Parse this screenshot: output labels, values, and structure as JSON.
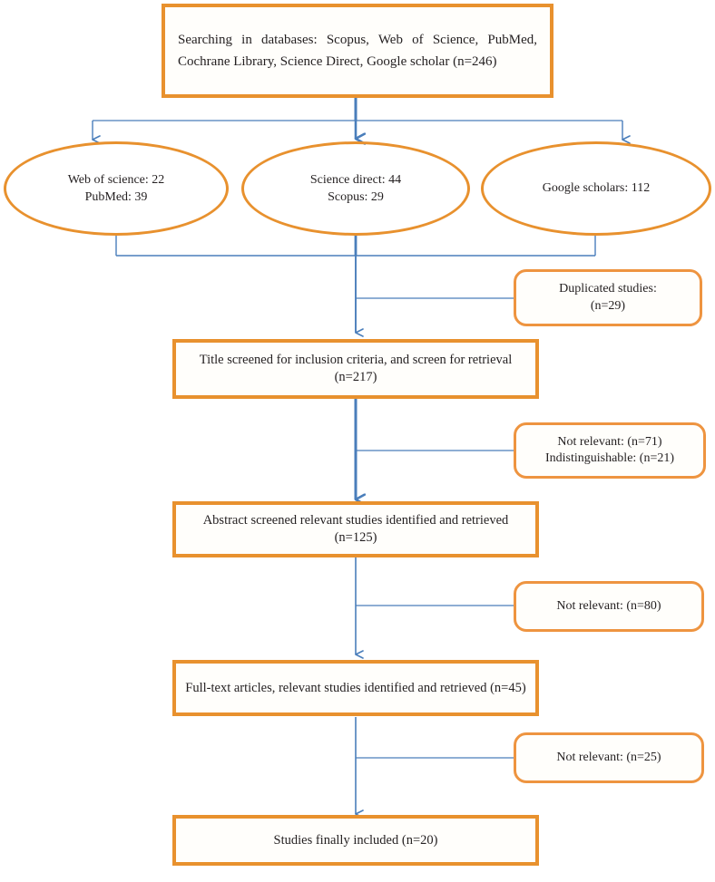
{
  "diagram": {
    "title": "PRISMA study selection flow diagram",
    "accent_color": "#e8912e",
    "connector_color": "#4a7ebb",
    "text_color": "#231f20",
    "background": "#ffffff"
  },
  "nodes": {
    "search": {
      "label": "Searching in databases: Scopus, Web of Science, PubMed, Cochrane Library, Science Direct, Google scholar (n=246)",
      "shape": "rectangle"
    },
    "source_web_of_science": {
      "line1": "Web of science: 22",
      "line2": "PubMed: 39",
      "shape": "ellipse"
    },
    "source_science_direct": {
      "line1": "Science direct: 44",
      "line2": "Scopus: 29",
      "shape": "ellipse"
    },
    "source_google_scholars": {
      "line1": "Google scholars: 112",
      "line2": "",
      "shape": "ellipse"
    },
    "duplicates": {
      "line1": "Duplicated studies:",
      "line2": "(n=29)",
      "shape": "rounded-rectangle"
    },
    "title_screen": {
      "label": "Title screened for inclusion criteria, and screen for retrieval (n=217)",
      "shape": "rectangle"
    },
    "excluded_title": {
      "line1": "Not relevant: (n=71)",
      "line2": "Indistinguishable: (n=21)",
      "shape": "rounded-rectangle"
    },
    "abstract_screen": {
      "label": "Abstract screened relevant studies identified and retrieved (n=125)",
      "shape": "rectangle"
    },
    "excluded_abstract": {
      "line1": "Not relevant: (n=80)",
      "shape": "rounded-rectangle"
    },
    "fulltext_screen": {
      "label": "Full-text articles, relevant studies identified and retrieved (n=45)",
      "shape": "rectangle"
    },
    "excluded_fulltext": {
      "line1": "Not relevant: (n=25)",
      "shape": "rounded-rectangle"
    },
    "included": {
      "label": "Studies finally included (n=20)",
      "shape": "rectangle"
    }
  },
  "counts": {
    "records_identified": 246,
    "web_of_science": 22,
    "pubmed": 39,
    "science_direct": 44,
    "scopus": 29,
    "google_scholars": 112,
    "duplicates_removed": 29,
    "titles_screened": 217,
    "title_excluded_not_relevant": 71,
    "title_excluded_indistinguishable": 21,
    "abstracts_screened": 125,
    "abstract_excluded_not_relevant": 80,
    "fulltext_screened": 45,
    "fulltext_excluded_not_relevant": 25,
    "studies_included": 20
  }
}
